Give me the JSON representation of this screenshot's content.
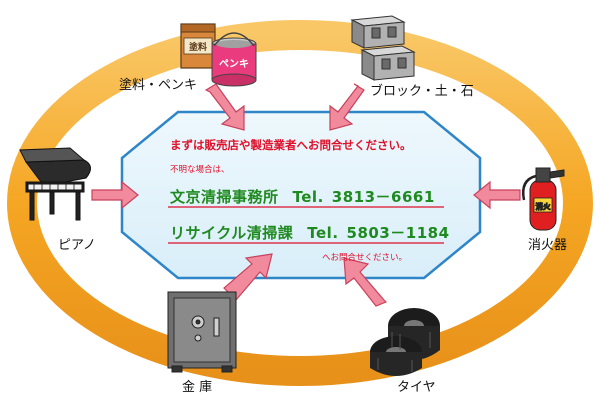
{
  "center": {
    "headline": "まずは販売店や製造業者へお問合せください。",
    "fallback_note": "不明な場合は、",
    "contacts": [
      {
        "office": "文京清掃事務所",
        "tel_label": "Tel.",
        "tel_number": "3813－6661"
      },
      {
        "office": "リサイクル清掃課",
        "tel_label": "Tel.",
        "tel_number": "5803－1184"
      }
    ],
    "closing_note": "へお問合せください。"
  },
  "items": {
    "paint": {
      "label": "塗料・ペンキ",
      "can_label": "ペンキ",
      "box_label": "塗料"
    },
    "blocks": {
      "label": "ブロック・土・石"
    },
    "piano": {
      "label": "ピアノ"
    },
    "extinguisher": {
      "label": "消火器",
      "badge": "消火"
    },
    "safe": {
      "label": "金 庫"
    },
    "tires": {
      "label": "タイヤ"
    }
  },
  "colors": {
    "ring": "#f5a623",
    "ring_light": "#f8c15a",
    "arrow": "#f08a9c",
    "arrow_edge": "#c8425b",
    "panel_fill": "#e6f4fb",
    "panel_stroke": "#2e86c8",
    "headline": "#e0102a",
    "contact": "#1f8a1f"
  }
}
